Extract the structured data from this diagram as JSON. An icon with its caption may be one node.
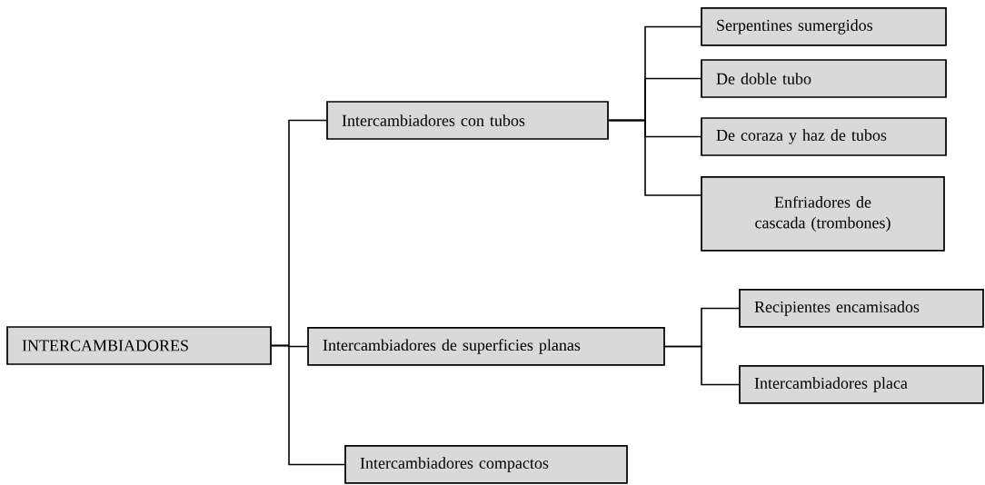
{
  "diagram": {
    "nodes": [
      {
        "text": [
          "INTERCAMBIADORES"
        ]
      },
      {
        "text": [
          "Intercambiadores con tubos"
        ]
      },
      {
        "text": [
          "Serpentines sumergidos"
        ]
      },
      {
        "text": [
          "De doble tubo"
        ]
      },
      {
        "text": [
          "De coraza y haz de tubos"
        ]
      },
      {
        "text": [
          "Enfriadores de cascada (trombones)"
        ]
      },
      {
        "text": [
          "Intercambiadores de superficies planas"
        ]
      },
      {
        "text": [
          "Recipientes encamisados"
        ]
      },
      {
        "text": [
          "Intercambiadores placa"
        ]
      },
      {
        "text": [
          "Intercambiadores compactos"
        ]
      }
    ],
    "edges": [
      {
        "from": 0,
        "to": 1,
        "arrow": "none"
      },
      {
        "from": 0,
        "to": 6,
        "arrow": "none"
      },
      {
        "from": 0,
        "to": 9,
        "arrow": "none"
      },
      {
        "from": 1,
        "to": 2,
        "arrow": "none"
      },
      {
        "from": 1,
        "to": 3,
        "arrow": "none"
      },
      {
        "from": 1,
        "to": 4,
        "arrow": "none"
      },
      {
        "from": 1,
        "to": 5,
        "arrow": "none"
      },
      {
        "from": 6,
        "to": 7,
        "arrow": "none"
      },
      {
        "from": 6,
        "to": 8,
        "arrow": "none"
      }
    ]
  }
}
